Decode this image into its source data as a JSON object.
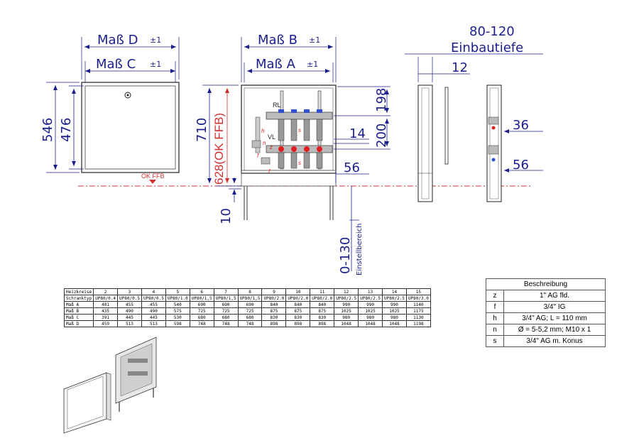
{
  "dimensions": {
    "mass_d": "Maß D",
    "mass_c": "Maß C",
    "mass_b": "Maß B",
    "mass_a": "Maß A",
    "tolerance": "±1",
    "h546": "546",
    "h476": "476",
    "h710": "710",
    "h628": "628(OK FFB)",
    "h198": "198",
    "h200": "200",
    "d14": "14",
    "d56": "56",
    "d10": "10",
    "range": "0-130",
    "range_label": "Einstellbereich",
    "depth_range": "80-120",
    "depth_label": "Einbautiefe",
    "d12": "12",
    "d36": "36",
    "d56b": "56"
  },
  "labels": {
    "ok_ffb": "OK FFB",
    "rl": "RL",
    "vl": "VL",
    "s1": "s",
    "s2": "s",
    "h": "h",
    "z": "z",
    "n": "n",
    "f": "f",
    "f2": "f"
  },
  "spec_table": {
    "rows": [
      [
        "Heizkreise",
        "2",
        "3",
        "4",
        "5",
        "6",
        "7",
        "8",
        "9",
        "10",
        "11",
        "12",
        "13",
        "14",
        "15"
      ],
      [
        "Schranktyp",
        "UP80/0.4",
        "UP80/0.5",
        "UP80/0.5",
        "UP80/1.0",
        "UP80/1,5",
        "UP80/1,5",
        "UP80/1,5",
        "UP80/2.0",
        "UP80/2.0",
        "UP80/2.0",
        "UP80/2.5",
        "UP80/2.5",
        "UP80/2.5",
        "UP80/3.0"
      ],
      [
        "Maß A",
        "401",
        "455",
        "455",
        "540",
        "690",
        "690",
        "690",
        "840",
        "840",
        "840",
        "990",
        "990",
        "990",
        "1140"
      ],
      [
        "Maß B",
        "435",
        "490",
        "490",
        "575",
        "725",
        "725",
        "725",
        "875",
        "875",
        "875",
        "1025",
        "1025",
        "1025",
        "1175"
      ],
      [
        "Maß C",
        "391",
        "445",
        "445",
        "530",
        "680",
        "680",
        "680",
        "830",
        "830",
        "830",
        "980",
        "980",
        "980",
        "1130"
      ],
      [
        "Maß D",
        "459",
        "513",
        "513",
        "598",
        "748",
        "748",
        "748",
        "898",
        "898",
        "898",
        "1048",
        "1048",
        "1048",
        "1198"
      ]
    ]
  },
  "description_table": {
    "title": "Beschreibung",
    "rows": [
      {
        "key": "z",
        "value": "1\" AG fld."
      },
      {
        "key": "f",
        "value": "3/4\" IG"
      },
      {
        "key": "h",
        "value": "3/4\" AG; L = 110 mm"
      },
      {
        "key": "n",
        "value": "Ø = 5-5,2 mm; M10 x 1"
      },
      {
        "key": "s",
        "value": "3/4\" AG m. Konus"
      }
    ]
  },
  "colors": {
    "dimension": "#1a1f8c",
    "reference_line": "#d03030",
    "outline": "#222222",
    "valve_red": "#e02020",
    "valve_blue": "#3050d0"
  }
}
